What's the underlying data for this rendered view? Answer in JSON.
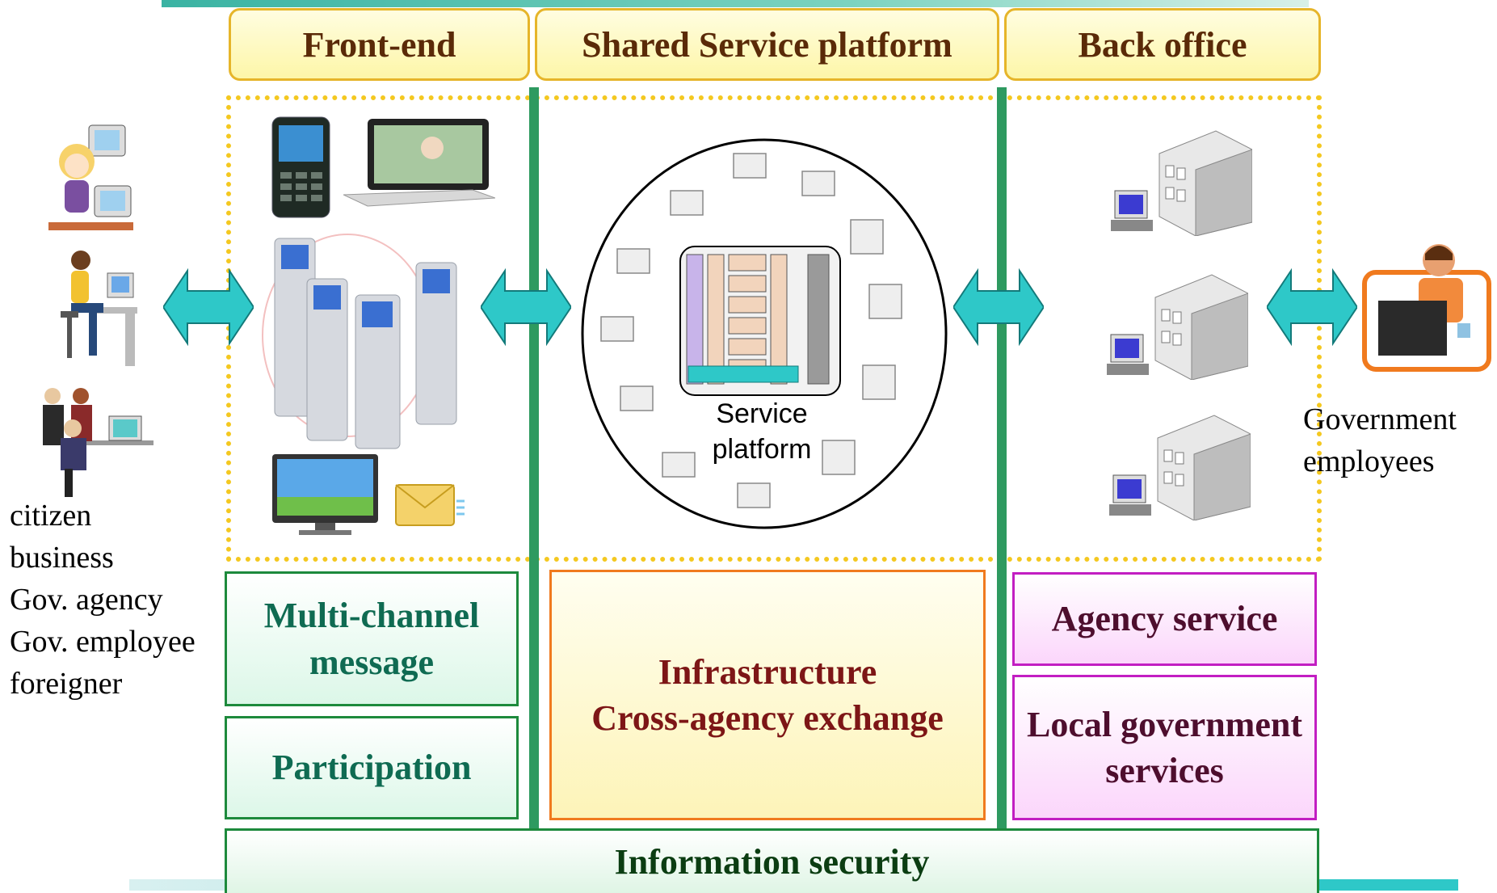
{
  "headers": {
    "front_end": "Front-end",
    "shared": "Shared Service platform",
    "back_office": "Back office"
  },
  "actors": [
    "citizen",
    "business",
    "Gov. agency",
    "Gov. employee",
    "foreigner"
  ],
  "government_employees": [
    "Government",
    "employees"
  ],
  "service_platform": [
    "Service",
    "platform"
  ],
  "boxes": {
    "multichannel": [
      "Multi-channel",
      "message"
    ],
    "participation": "Participation",
    "infrastructure": [
      "Infrastructure",
      "Cross-agency exchange"
    ],
    "agency_service": "Agency service",
    "local_gov": [
      "Local government",
      "services"
    ],
    "information_security": "Information security"
  },
  "colors": {
    "header_border": "#e6b52a",
    "divider_green": "#2e9a60",
    "arrow_cyan": "#2ec8c8",
    "dotted_yellow": "#f4c820"
  },
  "icons": {
    "actors": [
      "citizen-at-computer-icon",
      "person-at-desk-icon",
      "business-group-icon"
    ],
    "front_end": [
      "mobile-phone-icon",
      "laptop-icon",
      "kiosk-terminals-icon",
      "flat-screen-tv-icon",
      "email-envelope-icon"
    ],
    "back_office": [
      "office-building-with-computer-icon"
    ],
    "government": "government-employee-icon"
  }
}
